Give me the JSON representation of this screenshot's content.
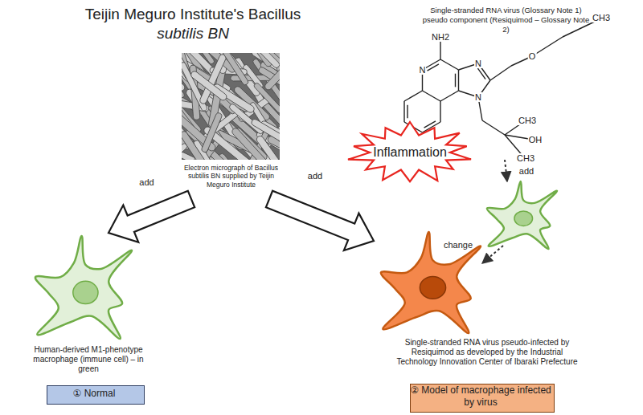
{
  "diagram": {
    "title": "Teijin Meguro Institute's Bacillus subtilis BN",
    "nodes": [
      {
        "text": [
          "Electron micrograph of Bacillus subtilis BN supplied by Teijin Meguro Institute"
        ]
      },
      {
        "text": [
          "Inflammation"
        ]
      },
      {
        "text": [
          "Human-derived M1-phenotype macrophage (immune cell) – in green"
        ]
      },
      {
        "text": [
          "Single-stranded RNA virus pseudo-infected by Resiquimod as developed by the Industrial Technology Innovation Center of Ibaraki Prefecture"
        ]
      },
      {
        "text": [
          "① Normal"
        ]
      },
      {
        "text": [
          "② Model of macrophage infected by virus"
        ]
      }
    ],
    "edges": [
      {
        "from": 0,
        "to": 2,
        "arrow": "to",
        "label": "add"
      },
      {
        "from": 0,
        "to": 3,
        "arrow": "to",
        "label": "add"
      }
    ],
    "labels": [
      "Single-stranded RNA virus (Glossary Note 1) pseudo component (Resiquimod – Glossary Note 2)",
      "NH2",
      "N",
      "N",
      "N",
      "O",
      "CH3",
      "CH3",
      "OH",
      "CH3",
      "add",
      "change"
    ]
  }
}
